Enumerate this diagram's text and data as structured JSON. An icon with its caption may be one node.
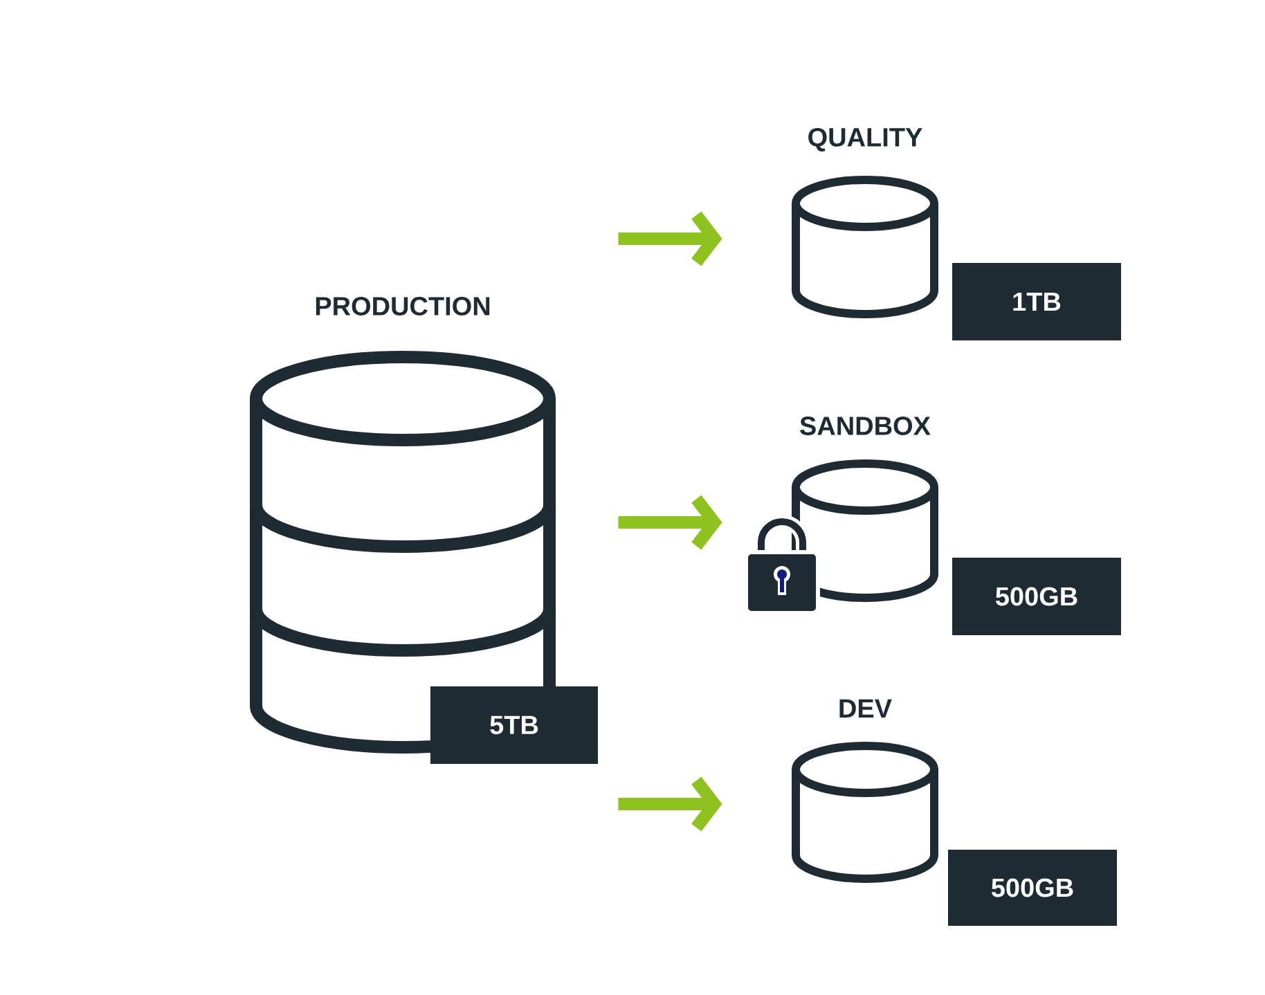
{
  "diagram": {
    "nodes": [
      {
        "text": [
          "PRODUCTION",
          "5TB"
        ]
      },
      {
        "text": [
          "QUALITY",
          "1TB"
        ]
      },
      {
        "text": [
          "SANDBOX",
          "500GB"
        ]
      },
      {
        "text": [
          "DEV",
          "500GB"
        ]
      }
    ],
    "edges": [
      {
        "from": 0,
        "to": 1,
        "arrow": "to"
      },
      {
        "from": 0,
        "to": 2,
        "arrow": "to"
      },
      {
        "from": 0,
        "to": 3,
        "arrow": "to"
      }
    ]
  }
}
